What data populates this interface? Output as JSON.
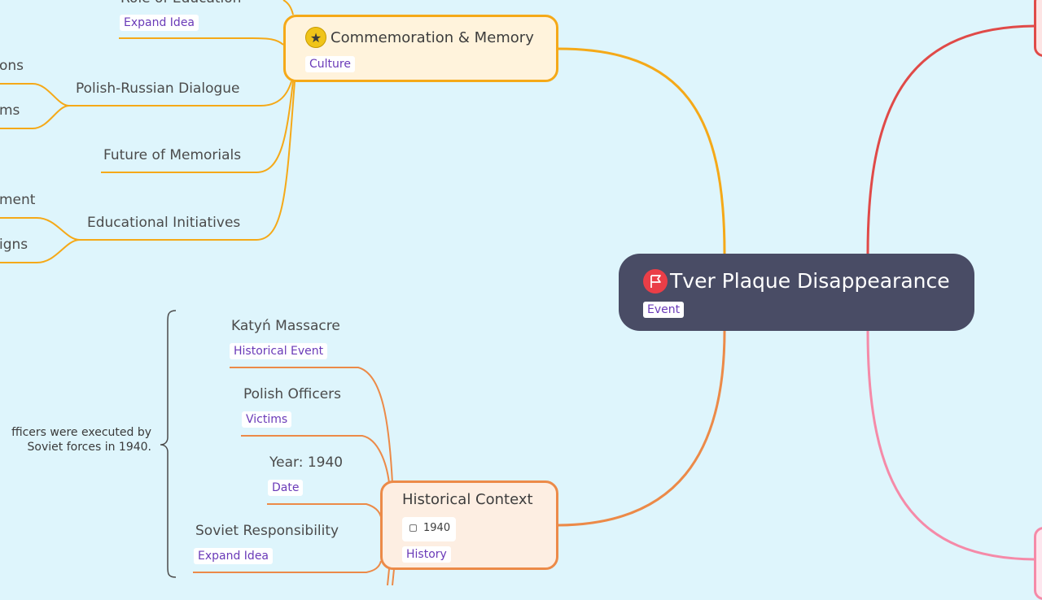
{
  "root": {
    "title": "Tver Plaque Disappearance",
    "tag": "Event",
    "icon": "flag-icon",
    "colors": {
      "fill": "#494c65",
      "icon": "#ea3e47"
    }
  },
  "commemoration": {
    "title": "Commemoration & Memory",
    "tag": "Culture",
    "icon": "star-icon",
    "colors": {
      "fill": "#fff3dc",
      "border": "#f5a918",
      "branch": "#f5a918"
    },
    "children": {
      "role_of_education": {
        "label": "Role of Education",
        "tag": "Expand Idea"
      },
      "polish_russian_dialogue": {
        "label": "Polish-Russian Dialogue",
        "sub": [
          "ons",
          "ms"
        ]
      },
      "future_of_memorials": {
        "label": "Future of Memorials"
      },
      "educational_initiatives": {
        "label": "Educational Initiatives",
        "sub": [
          "ment",
          "igns"
        ]
      }
    }
  },
  "historical_context": {
    "title": "Historical Context",
    "date": "1940",
    "tag": "History",
    "colors": {
      "fill": "#fdeee2",
      "border": "#ec8a48",
      "branch": "#ec8a48"
    },
    "children": {
      "katyn": {
        "label": "Katyń Massacre",
        "tag": "Historical Event"
      },
      "polish_officers": {
        "label": "Polish Officers",
        "tag": "Victims"
      },
      "year": {
        "label": "Year: 1940",
        "tag": "Date"
      },
      "soviet_responsibility": {
        "label": "Soviet Responsibility",
        "tag": "Expand Idea"
      }
    },
    "summary_lines": [
      "fficers were executed by",
      "Soviet forces in 1940."
    ]
  },
  "right_branch_colors": {
    "upper": "#e04a48",
    "lower": "#f58aa8"
  }
}
